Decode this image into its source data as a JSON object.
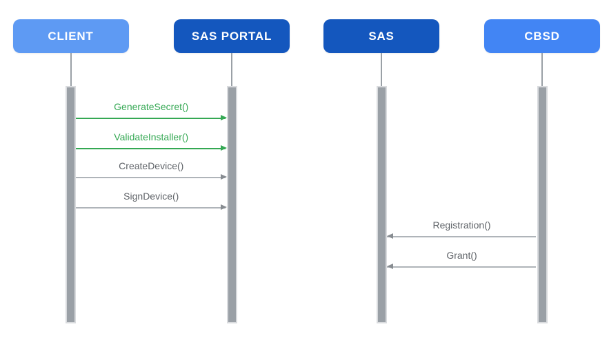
{
  "diagram": {
    "actors": [
      {
        "id": "client",
        "label": "CLIENT",
        "color": "#5E9AF3"
      },
      {
        "id": "sas-portal",
        "label": "SAS PORTAL",
        "color": "#1457BE"
      },
      {
        "id": "sas",
        "label": "SAS",
        "color": "#1457BE"
      },
      {
        "id": "cbsd",
        "label": "CBSD",
        "color": "#4285F4"
      }
    ],
    "messages": [
      {
        "label": "GenerateSecret()",
        "from": "client",
        "to": "sas-portal",
        "kind": "highlight"
      },
      {
        "label": "ValidateInstaller()",
        "from": "client",
        "to": "sas-portal",
        "kind": "highlight"
      },
      {
        "label": "CreateDevice()",
        "from": "client",
        "to": "sas-portal",
        "kind": "normal"
      },
      {
        "label": "SignDevice()",
        "from": "client",
        "to": "sas-portal",
        "kind": "normal"
      },
      {
        "label": "Registration()",
        "from": "cbsd",
        "to": "sas",
        "kind": "normal"
      },
      {
        "label": "Grant()",
        "from": "cbsd",
        "to": "sas",
        "kind": "normal"
      }
    ],
    "colors": {
      "highlight_message": "#34A853",
      "normal_message_text": "#5F6368",
      "normal_message_line": "#AFB4B9",
      "normal_message_head": "#878C91",
      "activation_bar": "#9AA0A6",
      "activation_bar_border": "#D9DBDE",
      "lifeline": "#9AA0A6"
    }
  }
}
